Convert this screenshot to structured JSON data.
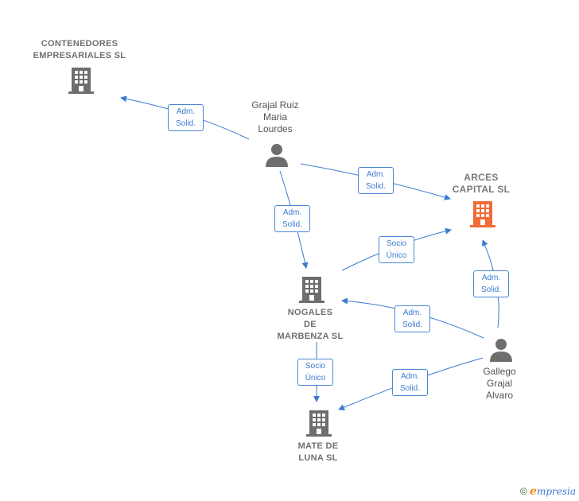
{
  "nodes": {
    "contenedores": {
      "label": "CONTENEDORES\nEMPRESARIALES SL"
    },
    "arces": {
      "label": "ARCES\nCAPITAL  SL"
    },
    "nogales": {
      "label": "NOGALES\nDE\nMARBENZA SL"
    },
    "mate": {
      "label": "MATE DE\nLUNA  SL"
    },
    "grajal_ruiz": {
      "label": "Grajal Ruiz\nMaria\nLourdes"
    },
    "gallego": {
      "label": "Gallego\nGrajal\nAlvaro"
    }
  },
  "edges": {
    "e1": {
      "label": "Adm.\nSolid."
    },
    "e2": {
      "label": "Adm.\nSolid."
    },
    "e3": {
      "label": "Adm.\nSolid."
    },
    "e4": {
      "label": "Socio\nÚnico"
    },
    "e5": {
      "label": "Adm.\nSolid."
    },
    "e6": {
      "label": "Adm.\nSolid."
    },
    "e7": {
      "label": "Socio\nÚnico"
    },
    "e8": {
      "label": "Adm.\nSolid."
    }
  },
  "colors": {
    "company": "#6e6e6e",
    "focus_company": "#f26a36",
    "person": "#6e6e6e",
    "edge": "#3b7bd0"
  },
  "footer": {
    "copyright": "©",
    "brand_initial": "e",
    "brand_rest": "mpresia"
  }
}
